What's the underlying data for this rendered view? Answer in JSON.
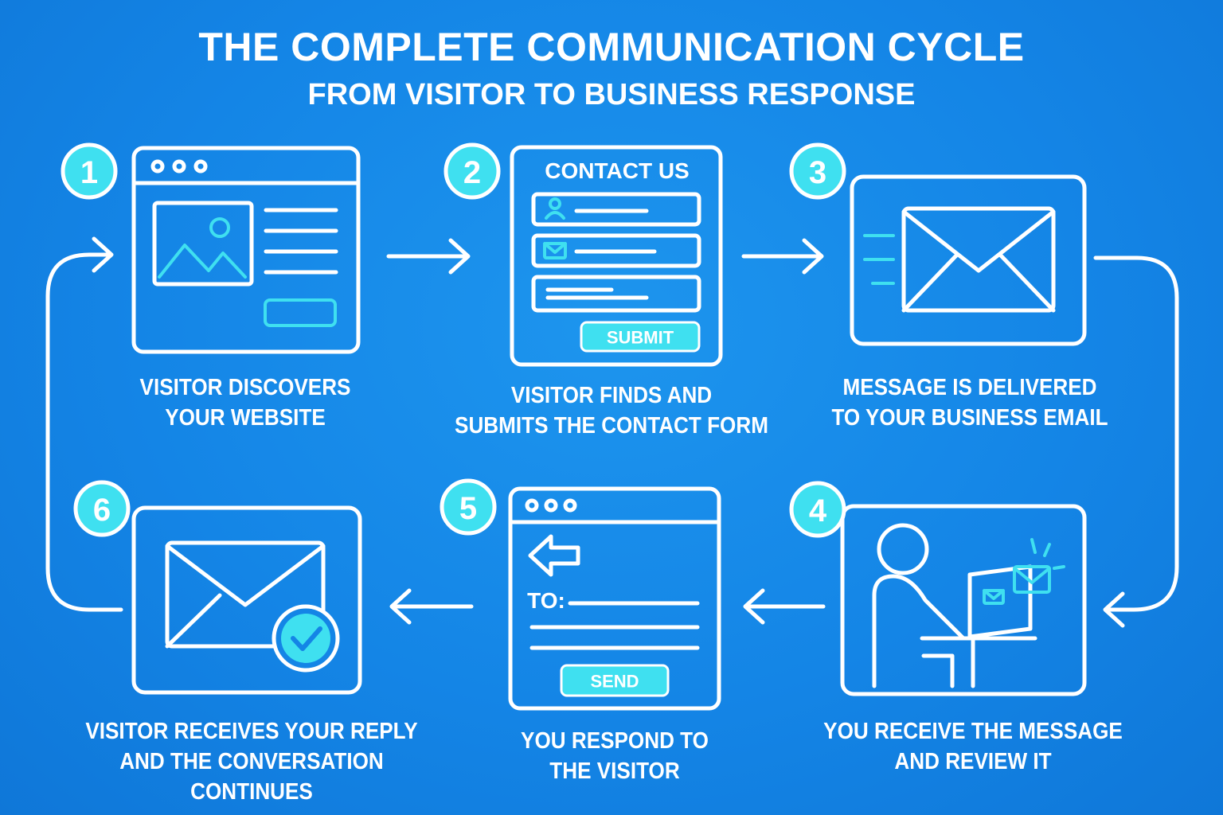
{
  "title": "THE COMPLETE COMMUNICATION CYCLE",
  "subtitle": "FROM VISITOR TO BUSINESS RESPONSE",
  "steps": [
    {
      "number": "1",
      "caption": "VISITOR DISCOVERS\nYOUR WEBSITE"
    },
    {
      "number": "2",
      "caption": "VISITOR FINDS AND\nSUBMITS THE CONTACT FORM",
      "panel_title": "CONTACT US",
      "button": "SUBMIT"
    },
    {
      "number": "3",
      "caption": "MESSAGE IS DELIVERED\nTO YOUR BUSINESS EMAIL"
    },
    {
      "number": "4",
      "caption": "YOU RECEIVE THE MESSAGE\nAND REVIEW IT"
    },
    {
      "number": "5",
      "caption": "YOU RESPOND TO\nTHE VISITOR",
      "field_label": "TO:",
      "button": "SEND"
    },
    {
      "number": "6",
      "caption": "VISITOR RECEIVES YOUR REPLY\nAND THE CONVERSATION CONTINUES"
    }
  ],
  "icons": [
    "browser-window-icon",
    "image-icon",
    "user-icon",
    "envelope-icon",
    "person-at-laptop-icon",
    "back-arrow-icon",
    "checkmark-icon"
  ],
  "colors": {
    "background": "#1485e6",
    "line": "#ffffff",
    "accent": "#3fe0f0"
  }
}
